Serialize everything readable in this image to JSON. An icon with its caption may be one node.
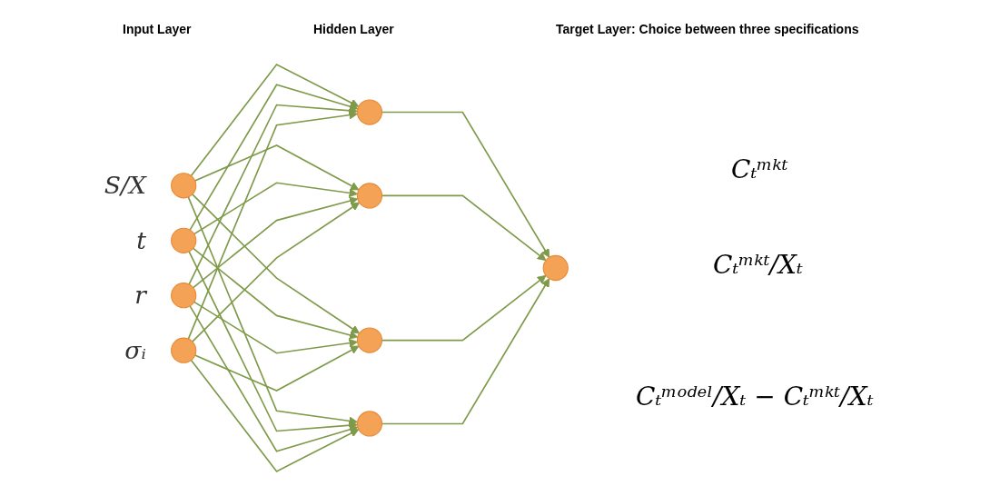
{
  "diagram": {
    "nodes": [
      {
        "text": [],
        "shape": "circle",
        "beside": [
          "S/X"
        ]
      },
      {
        "text": [],
        "shape": "circle",
        "beside": [
          "t"
        ]
      },
      {
        "text": [],
        "shape": "circle",
        "beside": [
          "r"
        ]
      },
      {
        "text": [],
        "shape": "circle",
        "beside": [
          "σᵢ"
        ]
      },
      {
        "text": [],
        "shape": "circle"
      },
      {
        "text": [],
        "shape": "circle"
      },
      {
        "text": [],
        "shape": "circle"
      },
      {
        "text": [],
        "shape": "circle"
      },
      {
        "text": [],
        "shape": "circle"
      }
    ],
    "edges": [
      {
        "from": 0,
        "to": 4,
        "arrow": "to"
      },
      {
        "from": 0,
        "to": 5,
        "arrow": "to"
      },
      {
        "from": 0,
        "to": 6,
        "arrow": "to"
      },
      {
        "from": 0,
        "to": 7,
        "arrow": "to"
      },
      {
        "from": 1,
        "to": 4,
        "arrow": "to"
      },
      {
        "from": 1,
        "to": 5,
        "arrow": "to"
      },
      {
        "from": 1,
        "to": 6,
        "arrow": "to"
      },
      {
        "from": 1,
        "to": 7,
        "arrow": "to"
      },
      {
        "from": 2,
        "to": 4,
        "arrow": "to"
      },
      {
        "from": 2,
        "to": 5,
        "arrow": "to"
      },
      {
        "from": 2,
        "to": 6,
        "arrow": "to"
      },
      {
        "from": 2,
        "to": 7,
        "arrow": "to"
      },
      {
        "from": 3,
        "to": 4,
        "arrow": "to"
      },
      {
        "from": 3,
        "to": 5,
        "arrow": "to"
      },
      {
        "from": 3,
        "to": 6,
        "arrow": "to"
      },
      {
        "from": 3,
        "to": 7,
        "arrow": "to"
      },
      {
        "from": 4,
        "to": 8,
        "arrow": "to"
      },
      {
        "from": 5,
        "to": 8,
        "arrow": "to"
      },
      {
        "from": 6,
        "to": 8,
        "arrow": "to"
      },
      {
        "from": 7,
        "to": 8,
        "arrow": "to"
      }
    ],
    "labels": [
      "Input Layer",
      "Hidden Layer",
      "Target Layer: Choice between three specifications",
      "Cₜᵐᵏᵗ",
      "Cₜᵐᵏᵗ/Xₜ",
      "Cₜᵐᵒᵈᵉˡ/Xₜ − Cₜᵐᵏᵗ/Xₜ"
    ]
  }
}
